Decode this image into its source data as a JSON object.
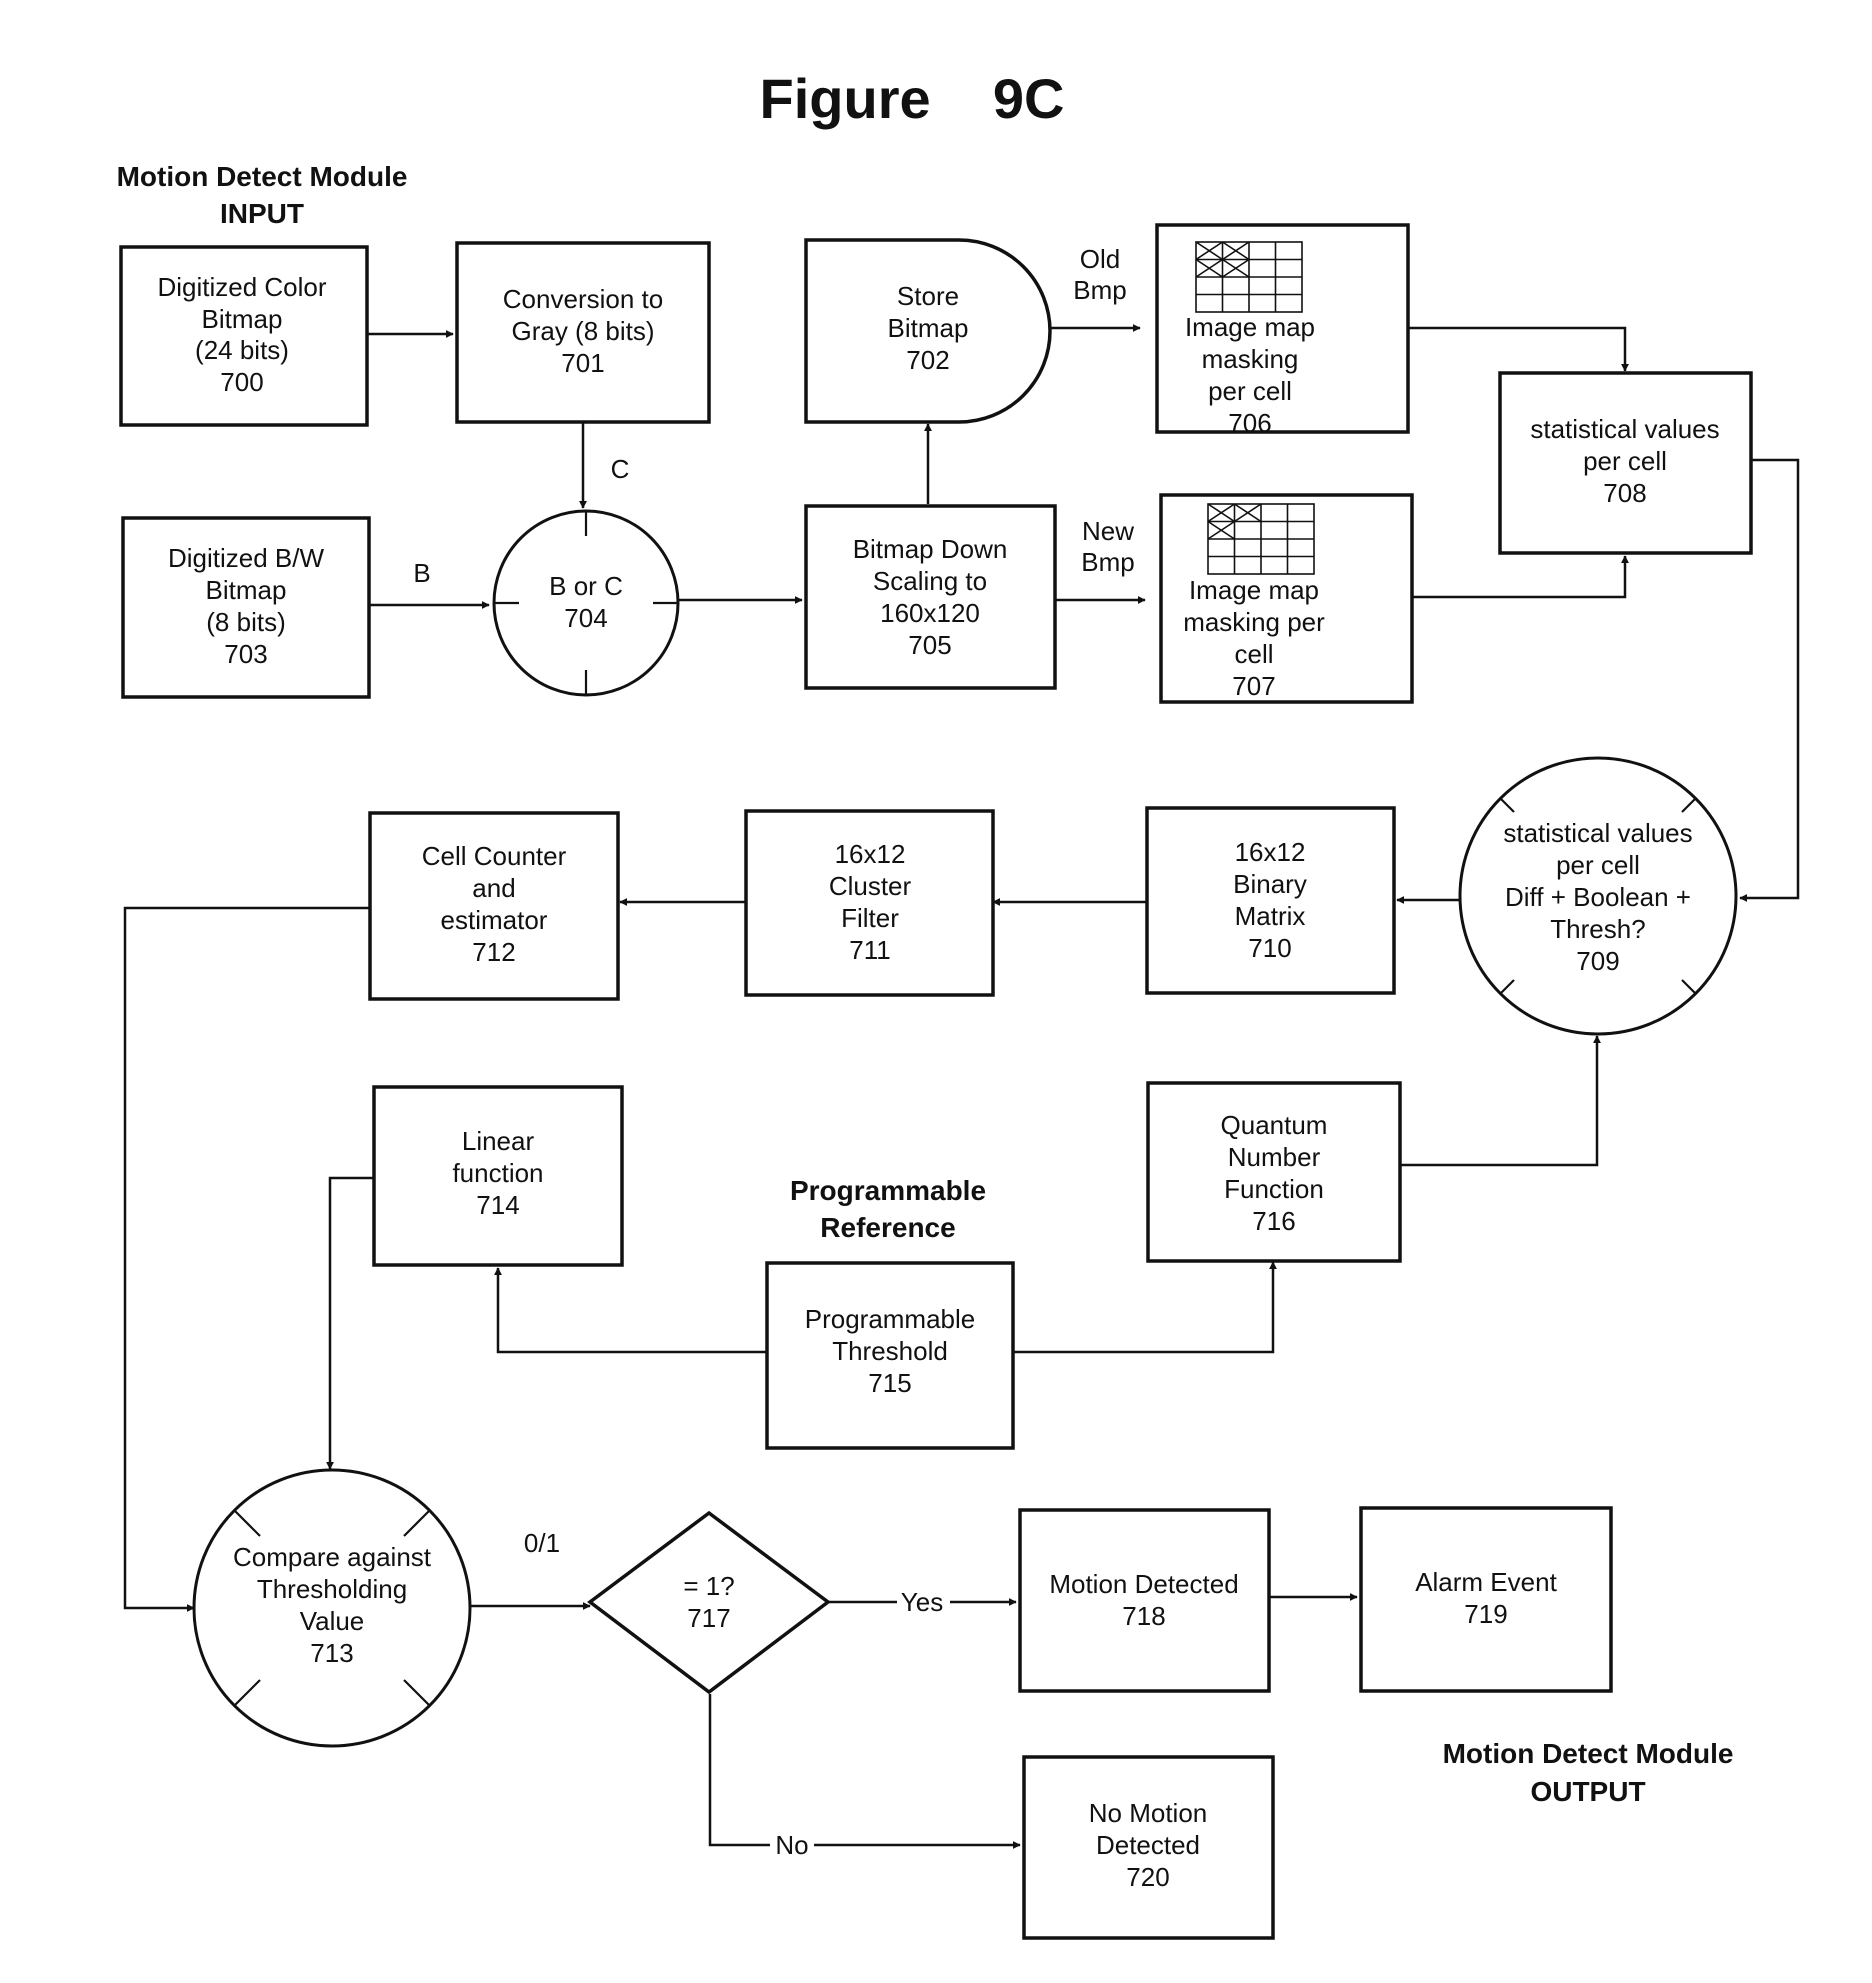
{
  "title": "Figure    9C",
  "input_header": [
    "Motion Detect Module",
    "INPUT"
  ],
  "output_header": [
    "Motion Detect Module",
    "OUTPUT"
  ],
  "reference_header": [
    "Programmable",
    "Reference"
  ],
  "nodes": {
    "n700": [
      "Digitized Color",
      "Bitmap",
      "(24 bits)",
      "700"
    ],
    "n701": [
      "Conversion to",
      "Gray (8 bits)",
      "701"
    ],
    "n702": [
      "Store",
      "Bitmap",
      "702"
    ],
    "n703": [
      "Digitized B/W",
      "Bitmap",
      "(8 bits)",
      "703"
    ],
    "n704": [
      "B or C",
      "704"
    ],
    "n705": [
      "Bitmap Down",
      "Scaling to",
      "160x120",
      "705"
    ],
    "n706": [
      "Image map",
      "masking",
      "per cell",
      "706"
    ],
    "n707": [
      "Image map",
      "masking per",
      "cell",
      "707"
    ],
    "n708": [
      "statistical values",
      "per cell",
      "708"
    ],
    "n709": [
      "statistical values",
      "per cell",
      "Diff + Boolean +",
      "Thresh?",
      "709"
    ],
    "n710": [
      "16x12",
      "Binary",
      "Matrix",
      "710"
    ],
    "n711": [
      "16x12",
      "Cluster",
      "Filter",
      "711"
    ],
    "n712": [
      "Cell Counter",
      "and",
      "estimator",
      "712"
    ],
    "n713": [
      "Compare against",
      "Thresholding",
      "Value",
      "713"
    ],
    "n714": [
      "Linear",
      "function",
      "714"
    ],
    "n715": [
      "Programmable",
      "Threshold",
      "715"
    ],
    "n716": [
      "Quantum",
      "Number",
      "Function",
      "716"
    ],
    "n717": [
      "= 1?",
      "717"
    ],
    "n718": [
      "Motion Detected",
      "718"
    ],
    "n719": [
      "Alarm Event",
      "719"
    ],
    "n720": [
      "No Motion",
      "Detected",
      "720"
    ]
  },
  "edge_labels": {
    "b": "B",
    "c": "C",
    "old_bmp": [
      "Old",
      "Bmp"
    ],
    "new_bmp": [
      "New",
      "Bmp"
    ],
    "zero_one": "0/1",
    "yes": "Yes",
    "no": "No"
  }
}
